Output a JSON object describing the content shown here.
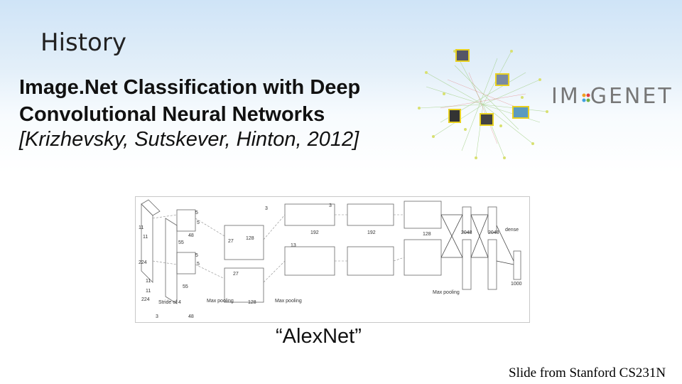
{
  "slide": {
    "title": "History",
    "paper_title_line1": "Image.Net Classification with Deep",
    "paper_title_line2": "Convolutional Neural Networks",
    "paper_authors": "[Krizhevsky, Sutskever, Hinton, 2012]",
    "caption": "“AlexNet”",
    "credit": "Slide from Stanford CS231N"
  },
  "logo": {
    "text_left": "IM",
    "text_right": "GENET",
    "dot_colors": [
      "#f0a020",
      "#e04040",
      "#40a0e0",
      "#70b040"
    ]
  },
  "figure_labels": {
    "input_top": "11",
    "input_mid": "11",
    "input_size": "224",
    "input_bottom_a": "11",
    "input_bottom_b": "11",
    "input_size_b": "224",
    "input_channels": "3",
    "stride": "Stride\nof 4",
    "c1_k_top_a": "5",
    "c1_k_top_b": "5",
    "c1_depth_top": "48",
    "c1_size_a": "55",
    "c1_size_b": "55",
    "c1_k_bot_a": "5",
    "c1_k_bot_b": "5",
    "c1_depth_bot": "48",
    "c2_k": "3",
    "c2_size_a": "27",
    "c2_depth_top": "128",
    "c2_size_b": "27",
    "c2_depth_bot": "128",
    "c3_k": "3",
    "c3_size": "13",
    "c3_depth": "192",
    "c4_depth": "192",
    "c5_depth": "128",
    "dense1": "2048",
    "dense2": "2048",
    "dense_label": "dense",
    "output": "1000",
    "max_pooling": "Max\npooling"
  }
}
